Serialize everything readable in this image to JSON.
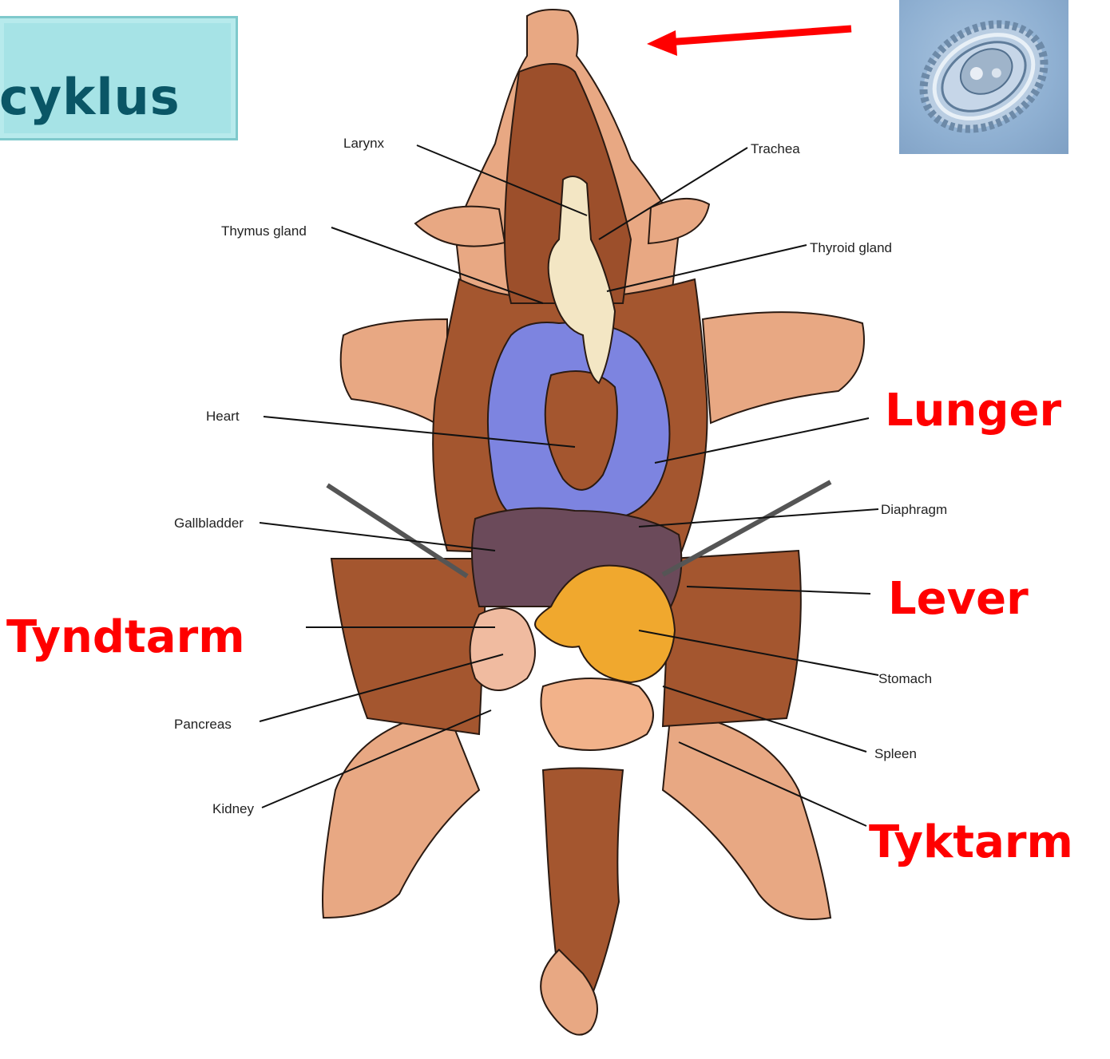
{
  "title": "cyklus",
  "labels": {
    "larynx": "Larynx",
    "trachea": "Trachea",
    "thymus": "Thymus gland",
    "thyroid": "Thyroid gland",
    "heart": "Heart",
    "gallbladder": "Gallbladder",
    "diaphragm": "Diaphragm",
    "stomach": "Stomach",
    "pancreas": "Pancreas",
    "spleen": "Spleen",
    "kidney": "Kidney"
  },
  "annotations": {
    "lunger": "Lunger",
    "lever": "Lever",
    "tyndtarm": "Tyndtarm",
    "tyktarm": "Tyktarm"
  },
  "colors": {
    "annotation": "#ff0000",
    "title_text": "#0a5666",
    "title_box": "#a6e3e6",
    "skin": "#e8a883",
    "muscle": "#a4562f",
    "lung": "#7d84e0",
    "stomach": "#f0a82e"
  }
}
